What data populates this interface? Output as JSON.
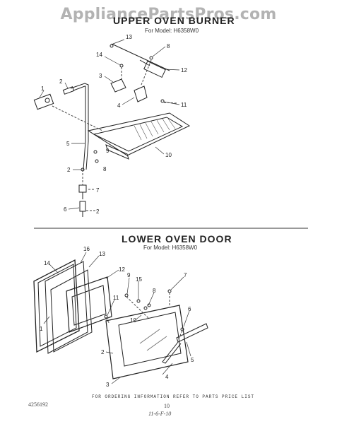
{
  "watermark": "AppliancePartsPros.com",
  "upper": {
    "title": "UPPER OVEN BURNER",
    "model": "For Model: H6358W0",
    "callouts": [
      "13",
      "8",
      "14",
      "12",
      "2",
      "3",
      "1",
      "11",
      "4",
      "5",
      "9",
      "10",
      "2",
      "8",
      "7",
      "6",
      "2"
    ]
  },
  "lower": {
    "title": "LOWER OVEN DOOR",
    "model": "For Model: H6358W0",
    "callouts": [
      "16",
      "13",
      "14",
      "12",
      "9",
      "7",
      "15",
      "11",
      "8",
      "6",
      "10",
      "5",
      "1",
      "2",
      "4",
      "3"
    ]
  },
  "footer": {
    "note": "FOR ORDERING INFORMATION REFER TO PARTS PRICE LIST",
    "part_number": "4256192",
    "page_number": "10",
    "handwritten": "11-6-F-10"
  }
}
